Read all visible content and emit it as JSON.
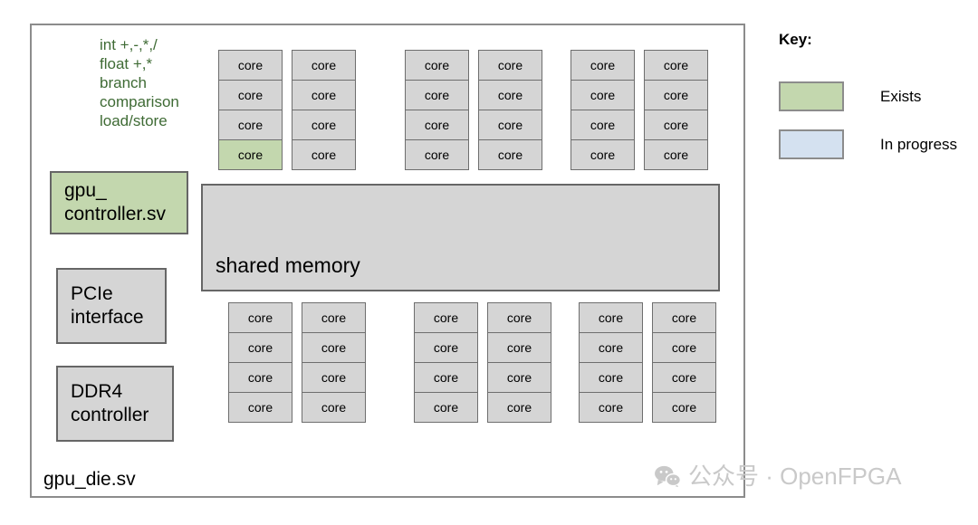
{
  "diagram": {
    "die_label": "gpu_die.sv",
    "isa_list": [
      "int +,-,*,/",
      "float +,*",
      "branch",
      "comparison",
      "load/store"
    ],
    "blocks": [
      {
        "name": "gpu-controller",
        "label": "gpu_\ncontroller.sv",
        "status": "exists"
      },
      {
        "name": "pcie-interface",
        "label": "PCIe\ninterface",
        "status": "none"
      },
      {
        "name": "ddr4-controller",
        "label": "DDR4\ncontroller",
        "status": "none"
      },
      {
        "name": "shared-memory",
        "label": "shared memory",
        "status": "none"
      }
    ],
    "core_label": "core",
    "core_groups": [
      {
        "row": "top",
        "index": 0,
        "columns": [
          [
            "none",
            "none",
            "none",
            "exists"
          ],
          [
            "none",
            "none",
            "none",
            "none"
          ]
        ]
      },
      {
        "row": "top",
        "index": 1,
        "columns": [
          [
            "none",
            "none",
            "none",
            "none"
          ],
          [
            "none",
            "none",
            "none",
            "none"
          ]
        ]
      },
      {
        "row": "top",
        "index": 2,
        "columns": [
          [
            "none",
            "none",
            "none",
            "none"
          ],
          [
            "none",
            "none",
            "none",
            "none"
          ]
        ]
      },
      {
        "row": "bottom",
        "index": 0,
        "columns": [
          [
            "none",
            "none",
            "none",
            "none"
          ],
          [
            "none",
            "none",
            "none",
            "none"
          ]
        ]
      },
      {
        "row": "bottom",
        "index": 1,
        "columns": [
          [
            "none",
            "none",
            "none",
            "none"
          ],
          [
            "none",
            "none",
            "none",
            "none"
          ]
        ]
      },
      {
        "row": "bottom",
        "index": 2,
        "columns": [
          [
            "none",
            "none",
            "none",
            "none"
          ],
          [
            "none",
            "none",
            "none",
            "none"
          ]
        ]
      }
    ]
  },
  "key": {
    "title": "Key:",
    "items": [
      {
        "label": "Exists",
        "color": "#c3d7ae"
      },
      {
        "label": "In progress",
        "color": "#d4e1f0"
      }
    ]
  },
  "watermark": {
    "icon": "wechat-icon",
    "text": "公众号 · OpenFPGA"
  },
  "colors": {
    "green_fill": "#c3d7ae",
    "blue_fill": "#d4e1f0",
    "gray_fill": "#d5d5d5",
    "green_text": "#3f6b35",
    "frame_border": "#8c8c8c",
    "block_border": "#666666",
    "watermark": "#c9c9c9"
  }
}
